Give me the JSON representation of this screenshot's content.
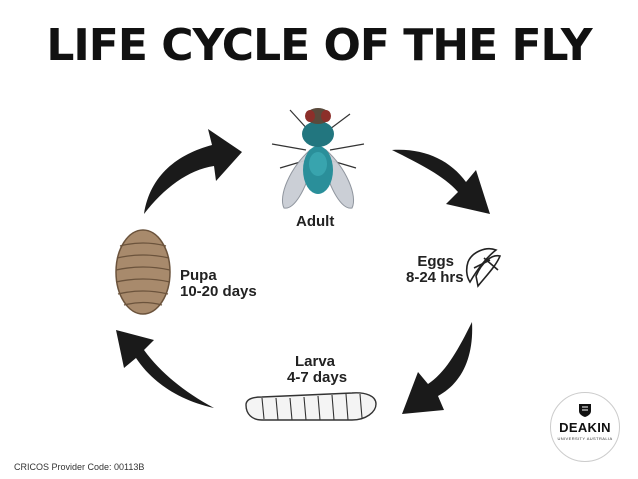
{
  "title": "LIFE CYCLE OF THE FLY",
  "stages": {
    "adult": {
      "name": "Adult"
    },
    "eggs": {
      "name": "Eggs",
      "duration": "8-24 hrs"
    },
    "larva": {
      "name": "Larva",
      "duration": "4-7 days"
    },
    "pupa": {
      "name": "Pupa",
      "duration": "10-20 days"
    }
  },
  "footer": {
    "cricos": "CRICOS Provider Code: 00113B"
  },
  "logo": {
    "word": "DEAKIN",
    "subtitle": "UNIVERSITY AUSTRALIA"
  },
  "colors": {
    "arrow": "#1a1a1a",
    "fly_body": "#2a8f9a",
    "fly_wing": "#c9cdd4",
    "pupa": "#a88a6c",
    "larva": "#f4f4f4"
  }
}
